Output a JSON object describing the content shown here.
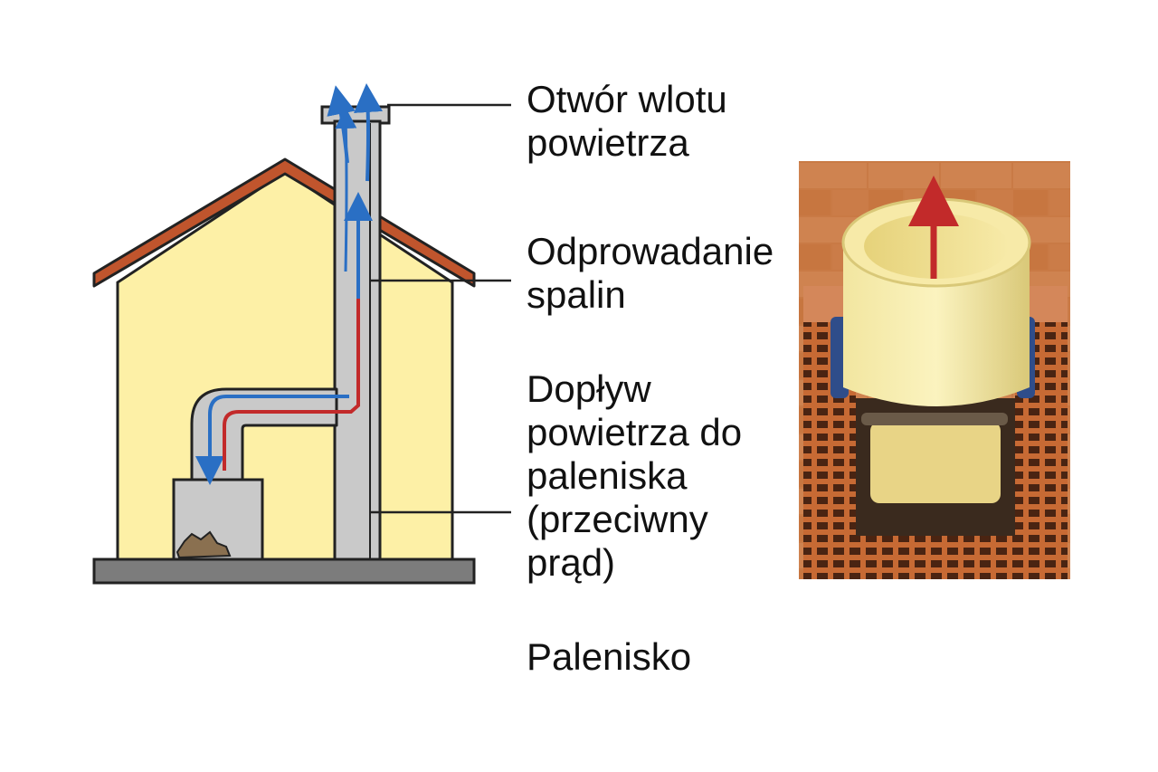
{
  "labels": {
    "air_inlet": [
      "Otwór wlotu",
      "powietrza"
    ],
    "flue_exhaust": [
      "Odprowadanie",
      "spalin"
    ],
    "air_supply": [
      "Dopływ",
      "powietrza do",
      "paleniska",
      "(przeciwny",
      "prąd)"
    ],
    "firebox": "Palenisko"
  },
  "colors": {
    "wall": "#fdf0a6",
    "roof": "#c0552d",
    "pipe": "#c9c9c9",
    "ground": "#7c7c7c",
    "outline": "#222222",
    "air_arrow": "#2a6fc4",
    "exhaust_arrow": "#c22a2a",
    "brick": "#c9753b",
    "insulation": "#efe08c"
  }
}
